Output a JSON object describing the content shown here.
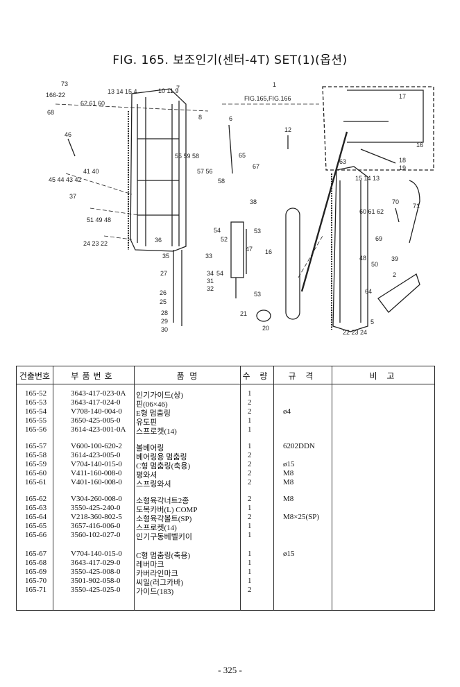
{
  "title": "FIG. 165. 보조인기(센터-4T) SET(1)(옵션)",
  "diagram": {
    "callouts": [
      "1",
      "FIG.165,FIG.166",
      "17",
      "16",
      "18",
      "19",
      "71",
      "70",
      "2",
      "5",
      "22 23 24",
      "12",
      "6",
      "8",
      "7",
      "10 11 9",
      "13 14 15 4",
      "73",
      "166-22",
      "68",
      "62 61 60",
      "46",
      "55 59 58",
      "57 56",
      "58",
      "65",
      "67",
      "63",
      "15 14 13",
      "41 40",
      "45 44 43 42",
      "37",
      "51 49 48",
      "24 23 22",
      "36",
      "35",
      "33",
      "27",
      "34",
      "31",
      "32",
      "26",
      "25",
      "28",
      "29",
      "30",
      "54",
      "52",
      "54",
      "47",
      "53",
      "38",
      "16",
      "21",
      "20",
      "53",
      "48",
      "50",
      "60 61 62",
      "69",
      "39",
      "64"
    ]
  },
  "table": {
    "headers": [
      "건출번호",
      "부품번호",
      "품  명",
      "수 량",
      "규 격",
      "비 고"
    ],
    "groups": [
      [
        [
          "165-52",
          "3643-417-023-0A",
          "인기가이드(상)",
          "1",
          ""
        ],
        [
          "165-53",
          "3643-417-024-0",
          "핀(06×46)",
          "2",
          ""
        ],
        [
          "165-54",
          "V708-140-004-0",
          "E형 멈춤링",
          "2",
          "ø4"
        ],
        [
          "165-55",
          "3650-425-005-0",
          "유도핀",
          "1",
          ""
        ],
        [
          "165-56",
          "3614-423-001-0A",
          "스프로켓(14)",
          "1",
          ""
        ]
      ],
      [
        [
          "165-57",
          "V600-100-620-2",
          "볼베어링",
          "1",
          "6202DDN"
        ],
        [
          "165-58",
          "3614-423-005-0",
          "베어링용 멈춤링",
          "2",
          ""
        ],
        [
          "165-59",
          "V704-140-015-0",
          "C형 멈춤링(축용)",
          "2",
          "ø15"
        ],
        [
          "165-60",
          "V411-160-008-0",
          "평와셔",
          "2",
          "M8"
        ],
        [
          "165-61",
          "V401-160-008-0",
          "스프링와셔",
          "2",
          "M8"
        ]
      ],
      [
        [
          "165-62",
          "V304-260-008-0",
          "소형육각너트2종",
          "2",
          "M8"
        ],
        [
          "165-63",
          "3550-425-240-0",
          "도복카버(L) COMP",
          "1",
          ""
        ],
        [
          "165-64",
          "V218-360-802-5",
          "소형육각볼트(SP)",
          "2",
          "M8×25(SP)"
        ],
        [
          "165-65",
          "3657-416-006-0",
          "스프로켓(14)",
          "1",
          ""
        ],
        [
          "165-66",
          "3560-102-027-0",
          "인기구동베벨키이",
          "1",
          ""
        ]
      ],
      [
        [
          "165-67",
          "V704-140-015-0",
          "C형 멈춤링(축용)",
          "1",
          "ø15"
        ],
        [
          "165-68",
          "3643-417-029-0",
          "레버마크",
          "1",
          ""
        ],
        [
          "165-69",
          "3550-425-008-0",
          "카버라인마크",
          "1",
          ""
        ],
        [
          "165-70",
          "3501-902-058-0",
          "씨일(러그카바)",
          "1",
          ""
        ],
        [
          "165-71",
          "3550-425-025-0",
          "가이드(183)",
          "2",
          ""
        ]
      ]
    ]
  },
  "page_number": "- 325 -"
}
